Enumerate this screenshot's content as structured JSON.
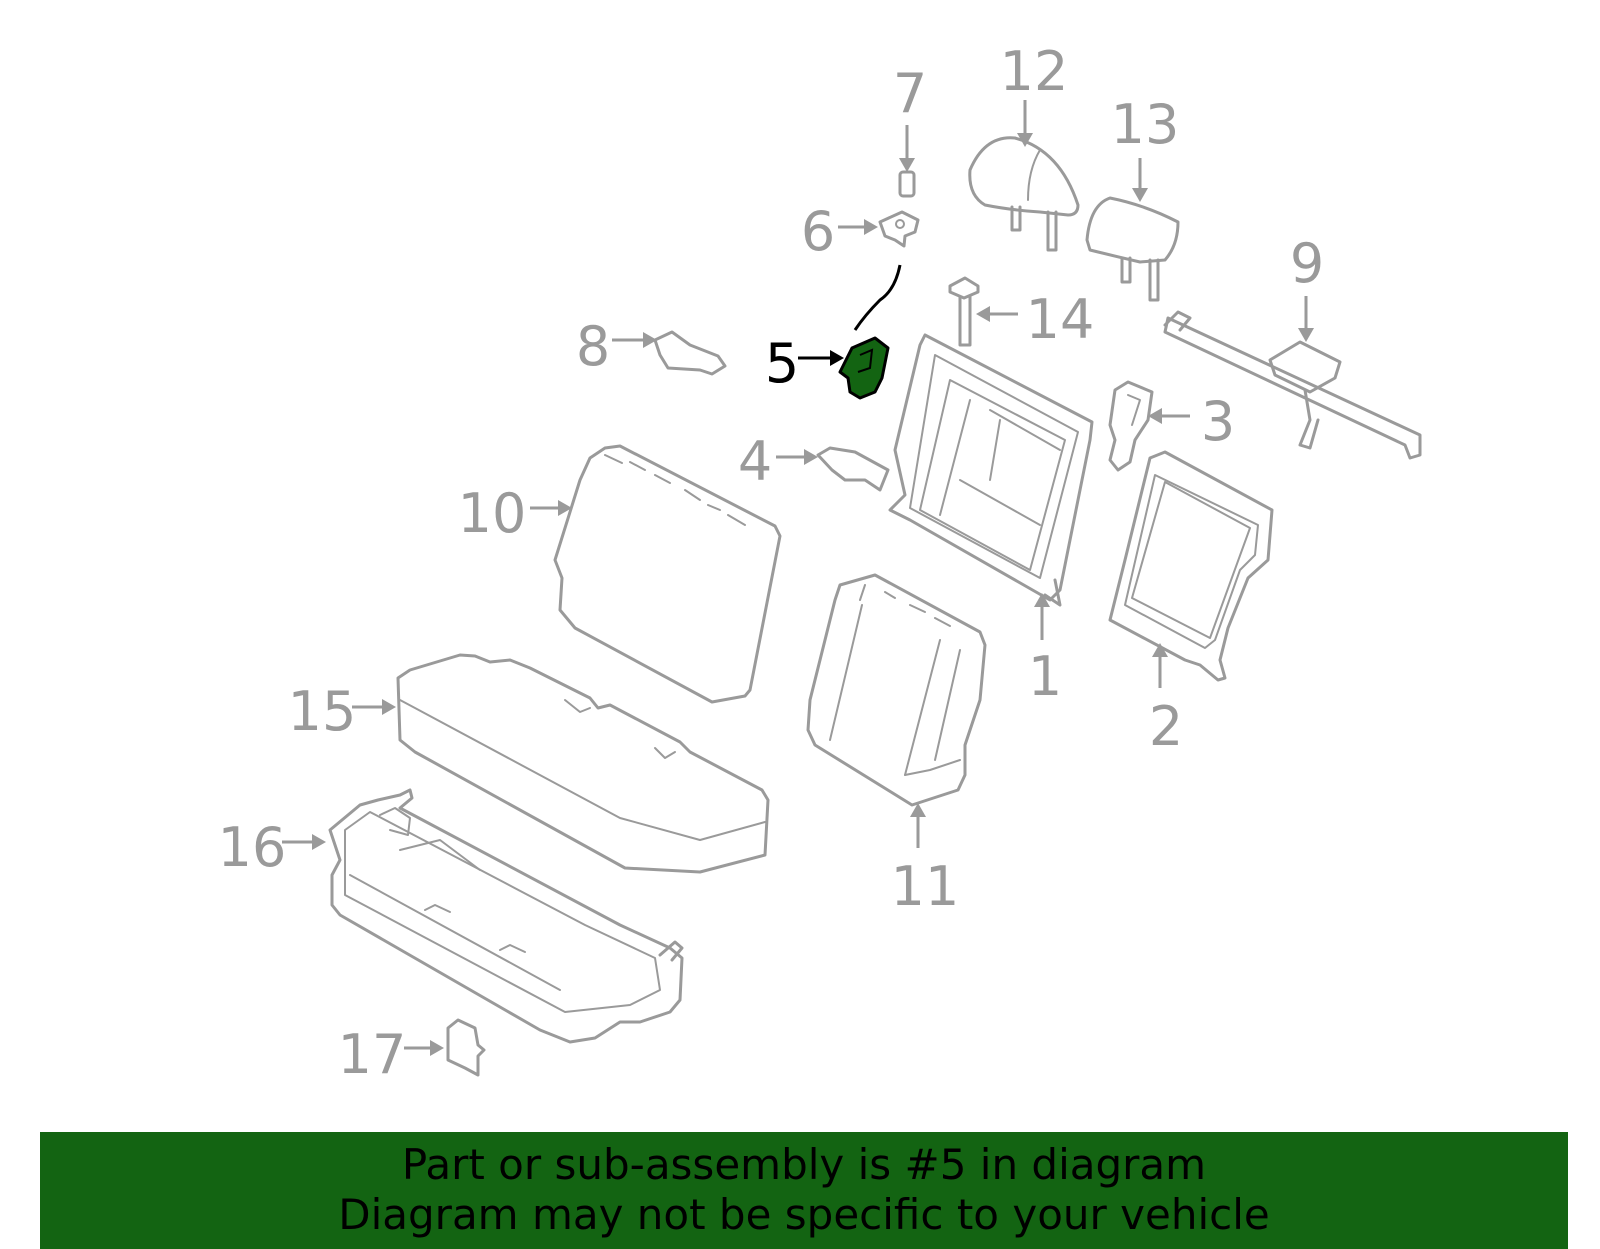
{
  "banner": {
    "line1": "Part or sub-assembly is #5 in diagram",
    "line2": "Diagram may not be specific to your vehicle"
  },
  "highlighted_part": "5",
  "callouts": {
    "p1": "1",
    "p2": "2",
    "p3": "3",
    "p4": "4",
    "p5": "5",
    "p6": "6",
    "p7": "7",
    "p8": "8",
    "p9": "9",
    "p10": "10",
    "p11": "11",
    "p12": "12",
    "p13": "13",
    "p14": "14",
    "p15": "15",
    "p16": "16",
    "p17": "17"
  },
  "colors": {
    "part_line": "#9a9a9a",
    "highlight_fill": "#136412",
    "banner_bg": "#136412",
    "text_dark": "#000000"
  }
}
